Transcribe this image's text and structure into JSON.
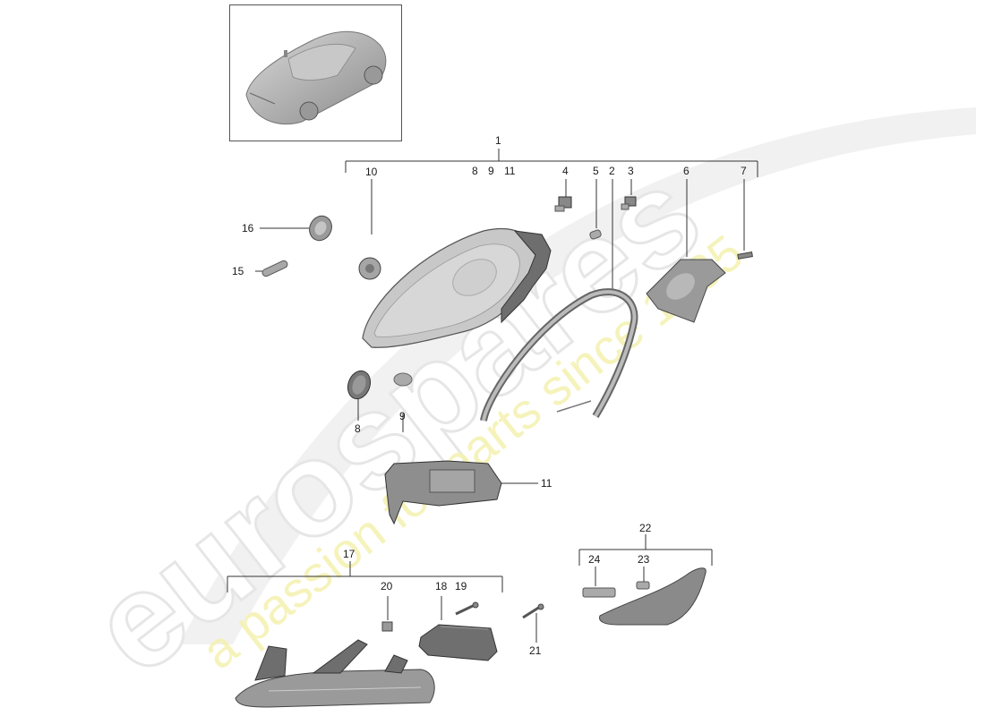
{
  "watermark": {
    "brand": "eurospares",
    "tagline": "a passion for parts since 1985",
    "brand_color": "#e8e8e8",
    "tagline_color": "#f3f1a8"
  },
  "thumbnail": {
    "subject": "sports-car-overview"
  },
  "groups": [
    {
      "id": "1",
      "label": "1",
      "bracket_labels": [
        "8",
        "9",
        "11"
      ]
    },
    {
      "id": "17",
      "label": "17"
    },
    {
      "id": "22",
      "label": "22"
    }
  ],
  "callouts": {
    "c1": "1",
    "c2": "2",
    "c3": "3",
    "c4": "4",
    "c5": "5",
    "c6": "6",
    "c7": "7",
    "c8": "8",
    "c9": "9",
    "c10": "10",
    "c11": "11",
    "c15": "15",
    "c16": "16",
    "c17": "17",
    "c18": "18",
    "c19": "19",
    "c20": "20",
    "c21": "21",
    "c22": "22",
    "c23": "23",
    "c24": "24",
    "b8": "8",
    "b9": "9",
    "b11": "11"
  },
  "parts": [
    {
      "ref": "1",
      "name": "headlight-assembly"
    },
    {
      "ref": "2",
      "name": "gasket-seal"
    },
    {
      "ref": "3",
      "name": "bulb-small"
    },
    {
      "ref": "4",
      "name": "bulb-socket"
    },
    {
      "ref": "5",
      "name": "bulb-wedge"
    },
    {
      "ref": "6",
      "name": "cover-cap"
    },
    {
      "ref": "7",
      "name": "screw"
    },
    {
      "ref": "8",
      "name": "cap-round"
    },
    {
      "ref": "9",
      "name": "plug-small"
    },
    {
      "ref": "10",
      "name": "bulb-holder"
    },
    {
      "ref": "11",
      "name": "control-unit-bracket"
    },
    {
      "ref": "15",
      "name": "adjuster-screw"
    },
    {
      "ref": "16",
      "name": "grommet"
    },
    {
      "ref": "17",
      "name": "daytime-running-light"
    },
    {
      "ref": "18",
      "name": "led-control-module"
    },
    {
      "ref": "19",
      "name": "screw"
    },
    {
      "ref": "20",
      "name": "nut"
    },
    {
      "ref": "21",
      "name": "screw"
    },
    {
      "ref": "22",
      "name": "side-marker-light"
    },
    {
      "ref": "23",
      "name": "bulb"
    },
    {
      "ref": "24",
      "name": "bulb-socket"
    }
  ]
}
